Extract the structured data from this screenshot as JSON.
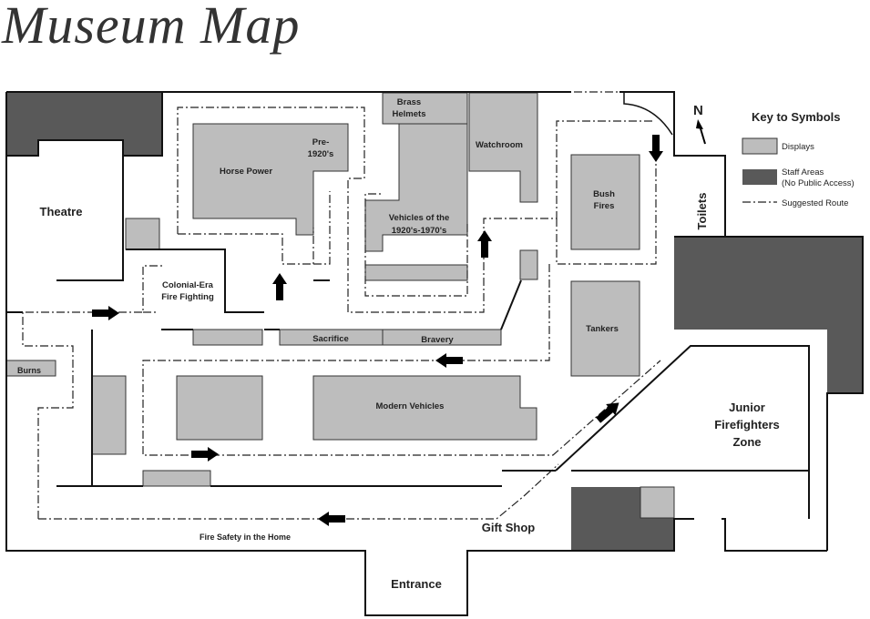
{
  "title": "Museum Map",
  "colors": {
    "display_fill": "#bdbdbd",
    "staff_fill": "#595959",
    "walls": "#111111",
    "route": "#222222",
    "arrow": "#000000"
  },
  "compass": {
    "label": "N"
  },
  "key": {
    "title": "Key to Symbols",
    "displays": "Displays",
    "staff_line1": "Staff Areas",
    "staff_line2": "(No Public Access)",
    "route": "Suggested Route"
  },
  "rooms": {
    "theatre": "Theatre",
    "toilets": "Toilets",
    "entrance": "Entrance",
    "gift_shop": "Gift Shop",
    "junior_line1": "Junior",
    "junior_line2": "Firefighters",
    "junior_line3": "Zone",
    "fire_safety": "Fire Safety in the Home",
    "colonial_line1": "Colonial-Era",
    "colonial_line2": "Fire Fighting"
  },
  "displays": {
    "horse_power": "Horse Power",
    "pre1920_line1": "Pre-",
    "pre1920_line2": "1920's",
    "brass_line1": "Brass",
    "brass_line2": "Helmets",
    "watchroom": "Watchroom",
    "vehicles_line1": "Vehicles of the",
    "vehicles_line2": "1920's-1970's",
    "bush_line1": "Bush",
    "bush_line2": "Fires",
    "tankers": "Tankers",
    "modern_vehicles": "Modern Vehicles",
    "sacrifice": "Sacrifice",
    "bravery": "Bravery",
    "burns": "Burns"
  }
}
